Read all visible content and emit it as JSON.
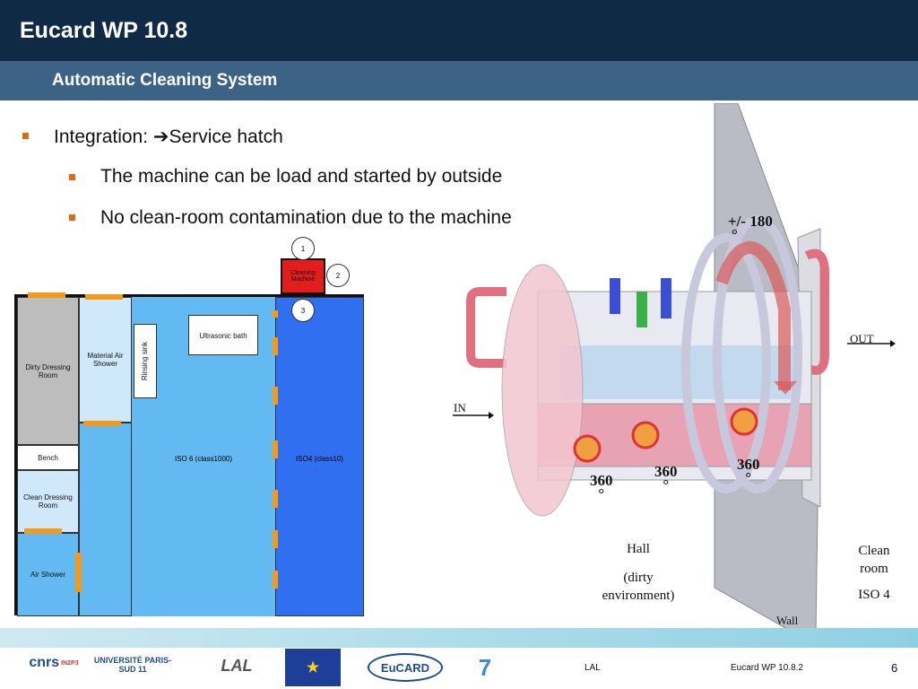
{
  "header": {
    "title": "Eucard WP 10.8",
    "subtitle": "Automatic Cleaning System"
  },
  "bullets": {
    "b1_prefix": "Integration: ",
    "b1_arrow": "➔",
    "b1_suffix": "Service hatch",
    "b2": "The machine can be load and started by outside",
    "b3": "No clean-room contamination due to the machine"
  },
  "plan": {
    "dirty_dressing": "Dirty Dressing Room",
    "material_shower": "Material Air Shower",
    "rinsing_sink": "Rinsing sink",
    "ultrasonic": "Ultrasonic bath",
    "bench": "Bench",
    "iso6": "ISO 6 (class1000)",
    "iso4": "ISO4 (class10)",
    "clean_dressing": "Clean Dressing Room",
    "air_shower": "Air Shower",
    "cleaning_machine": "Cleaning Machine",
    "n1": "1",
    "n2": "2",
    "n3": "3"
  },
  "diagram": {
    "rot180": "+/- 180",
    "deg": "°",
    "rot360": "360",
    "in": "IN",
    "out": "OUT",
    "hall": "Hall",
    "hall2": "(dirty environment)",
    "clean": "Clean room",
    "iso4": "ISO 4",
    "wall": "Wall"
  },
  "footer": {
    "left": "LAL",
    "center": "Eucard WP 10.8.2",
    "page": "6"
  },
  "logos": {
    "cnrs": "cnrs",
    "in2p3": "IN2P3",
    "upsud": "UNIVERSITÉ PARIS-SUD 11",
    "lal": "LAL",
    "eucard": "EuCARD"
  },
  "colors": {
    "title_bg": "#0e2a45",
    "subtitle_bg": "#3c6286",
    "bullet": "#e06a10",
    "iso4": "#2f6ff0",
    "iso6": "#63b9f2"
  }
}
